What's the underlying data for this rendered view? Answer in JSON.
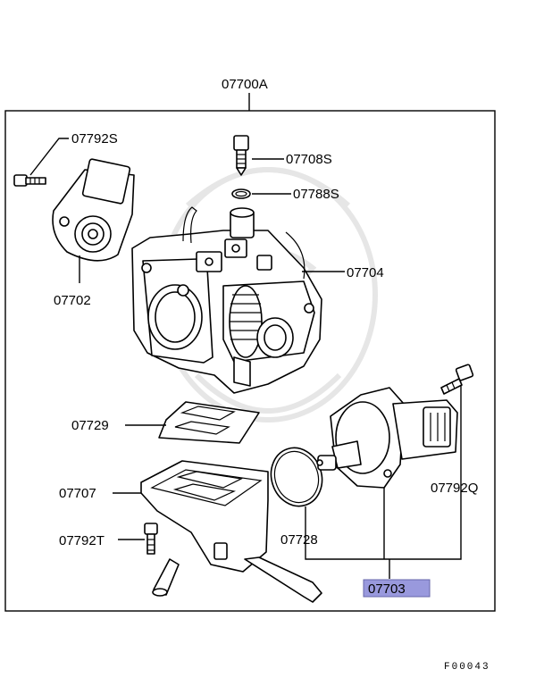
{
  "diagram": {
    "assembly_label": "07700A",
    "figure_code": "F00043",
    "highlight_color": "#9999dd",
    "labels": {
      "p07792S": "07792S",
      "p07708S": "07708S",
      "p07788S": "07788S",
      "p07702": "07702",
      "p07704": "07704",
      "p07729": "07729",
      "p07707": "07707",
      "p07792T": "07792T",
      "p07728": "07728",
      "p07792Q": "07792Q",
      "p07703": "07703"
    }
  }
}
